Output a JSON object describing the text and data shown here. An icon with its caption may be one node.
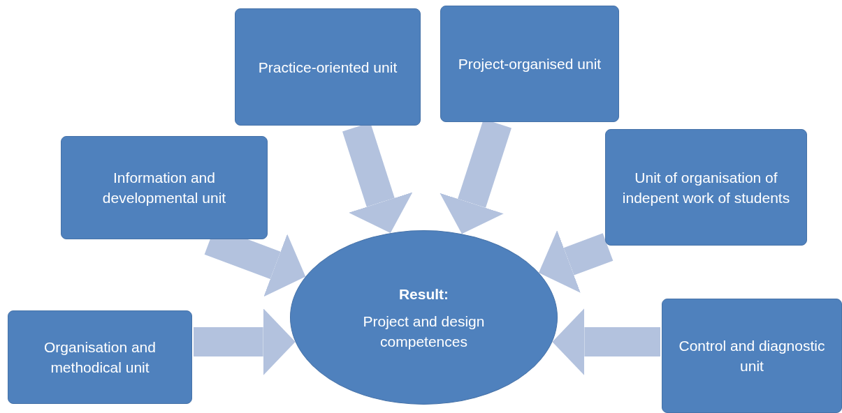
{
  "diagram": {
    "nodes": [
      {
        "text": [
          "Practice-oriented unit"
        ]
      },
      {
        "text": [
          "Project-organised unit"
        ]
      },
      {
        "text": [
          "Information and developmental unit"
        ]
      },
      {
        "text": [
          "Unit of organisation of indepent work of students"
        ]
      },
      {
        "text": [
          "Organisation and methodical unit"
        ]
      },
      {
        "text": [
          "Result:",
          "Project and design competences"
        ]
      },
      {
        "text": [
          "Control and diagnostic unit"
        ]
      }
    ],
    "edges": [
      {
        "from": 0,
        "to": 5,
        "arrow": "to"
      },
      {
        "from": 1,
        "to": 5,
        "arrow": "to"
      },
      {
        "from": 2,
        "to": 5,
        "arrow": "to"
      },
      {
        "from": 3,
        "to": 5,
        "arrow": "to"
      },
      {
        "from": 4,
        "to": 5,
        "arrow": "to"
      },
      {
        "from": 6,
        "to": 5,
        "arrow": "to"
      }
    ]
  }
}
